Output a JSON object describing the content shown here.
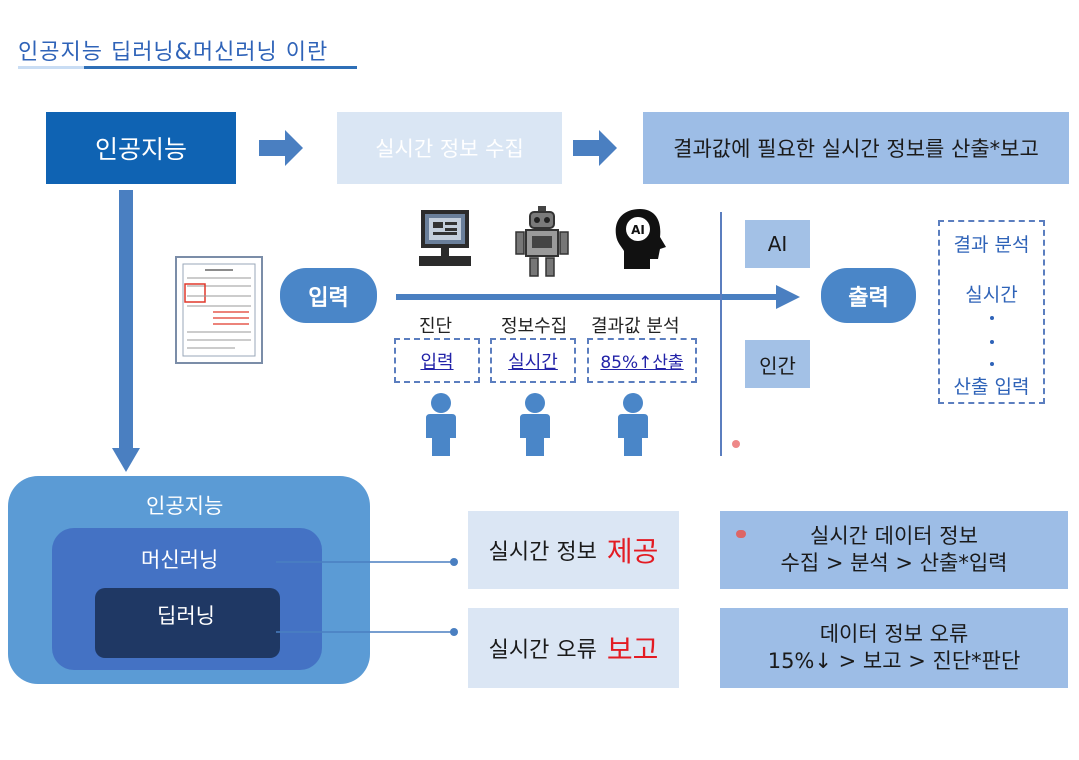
{
  "title": "인공지능 딥러닝&머신러닝 이란",
  "top_flow": {
    "ai": "인공지능",
    "realtime": "실시간 정보 수집",
    "result": "결과값에 필요한 실시간 정보를 산출*보고"
  },
  "process": {
    "input_label": "입력",
    "output_label": "출력",
    "icons": [
      "computer-icon",
      "robot-icon",
      "ai-head-icon"
    ],
    "steps": [
      {
        "label": "진단",
        "value": "입력"
      },
      {
        "label": "정보수집",
        "value": "실시간"
      },
      {
        "label": "결과값 분석",
        "value": "85%↑산출"
      }
    ],
    "ai_box": "AI",
    "human_box": "인간"
  },
  "result_list": {
    "top": "결과 분석",
    "middle": "실시간",
    "bottom": "산출 입력"
  },
  "layers": {
    "outer": "인공지능",
    "middle": "머신러닝",
    "inner": "딥러닝"
  },
  "info": {
    "provide_text": "실시간 정보",
    "provide_emph": "제공",
    "report_text": "실시간 오류",
    "report_emph": "보고",
    "data_line1": "실시간 데이터 정보",
    "data_line2": "수집 > 분석 > 산출*입력",
    "error_line1": "데이터 정보 오류",
    "error_line2": "15%↓ > 보고 > 진단*판단"
  },
  "colors": {
    "accent_blue": "#0f63b3",
    "emphasis_red": "#e31b23",
    "arrow_blue": "#4a7fc1"
  }
}
